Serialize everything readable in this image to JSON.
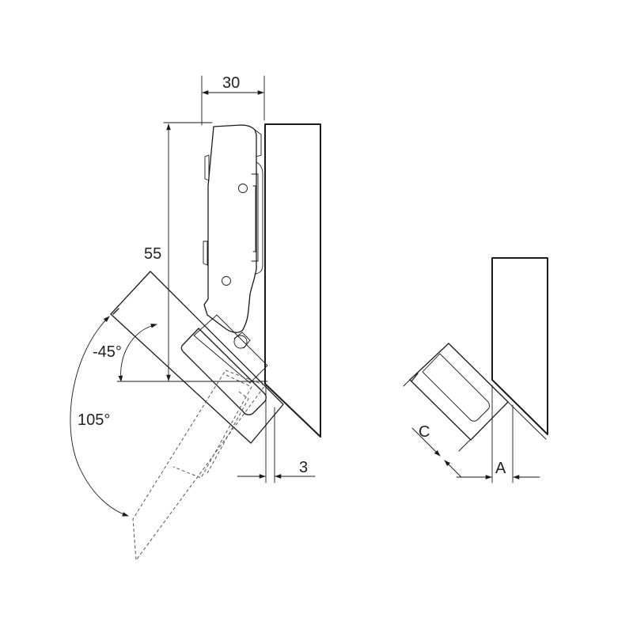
{
  "diagram": {
    "dimensions": {
      "width_label": "30",
      "height_label": "55",
      "gap_label": "3",
      "angle_inner_label": "-45°",
      "angle_outer_label": "105°",
      "side_c_label": "C",
      "side_a_label": "A"
    },
    "colors": {
      "line": "#1a1a1a",
      "dashed": "#555555",
      "background": "#ffffff"
    }
  }
}
